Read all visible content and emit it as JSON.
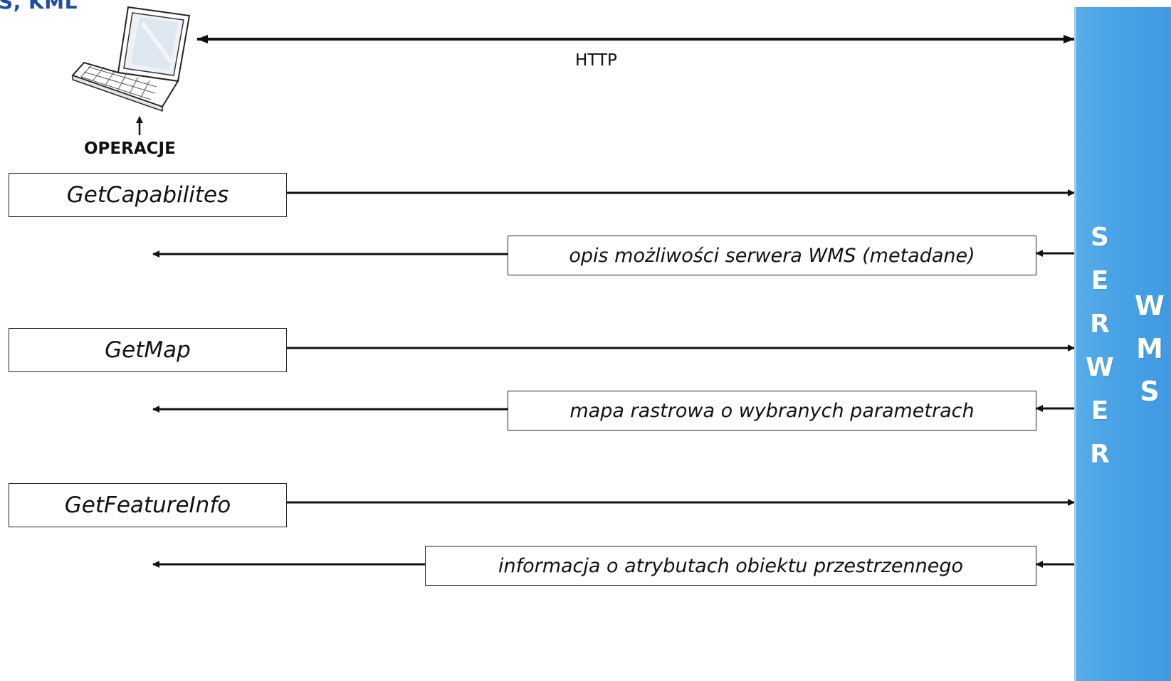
{
  "header": {
    "fragment": "S, KML"
  },
  "client": {
    "icon": "laptop-icon",
    "operations_label": "OPERACJE"
  },
  "connection": {
    "protocol_label": "HTTP"
  },
  "operations": [
    {
      "request": "GetCapabilites",
      "response": "opis możliwości serwera WMS (metadane)"
    },
    {
      "request": "GetMap",
      "response": "mapa rastrowa o wybranych parametrach"
    },
    {
      "request": "GetFeatureInfo",
      "response": "informacja o atrybutach obiektu przestrzennego"
    }
  ],
  "server": {
    "letters": [
      "S",
      "E",
      "R",
      "W",
      "E",
      "R"
    ],
    "service_letters": [
      "W",
      "M",
      "S"
    ],
    "color": "#4aa3e6"
  }
}
